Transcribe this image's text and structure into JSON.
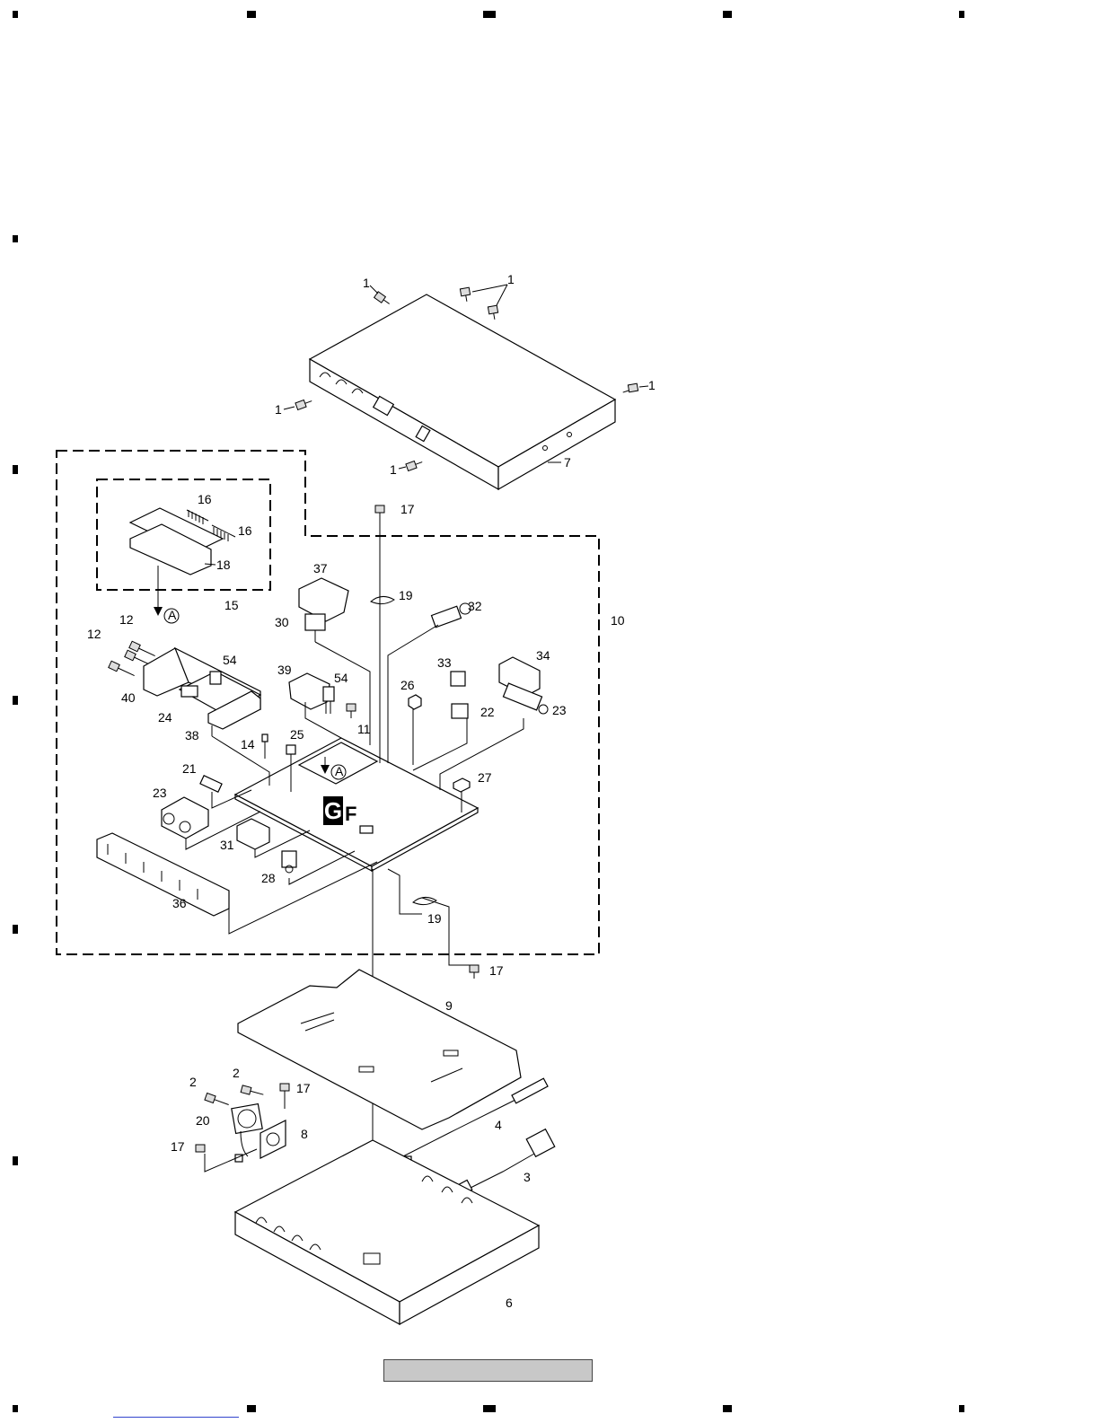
{
  "badge_text": "GF",
  "reference_marker": "A",
  "parts": [
    "1",
    "2",
    "3",
    "4",
    "6",
    "7",
    "8",
    "9",
    "10",
    "11",
    "12",
    "14",
    "15",
    "16",
    "17",
    "18",
    "19",
    "20",
    "21",
    "22",
    "23",
    "24",
    "25",
    "26",
    "27",
    "28",
    "30",
    "31",
    "32",
    "33",
    "34",
    "36",
    "37",
    "38",
    "39",
    "40",
    "54"
  ],
  "callouts": [
    {
      "label": "1"
    },
    {
      "label": "1"
    },
    {
      "label": "1"
    },
    {
      "label": "1"
    },
    {
      "label": "1"
    },
    {
      "label": "7"
    },
    {
      "label": "16"
    },
    {
      "label": "16"
    },
    {
      "label": "18"
    },
    {
      "label": "15"
    },
    {
      "label": "17"
    },
    {
      "label": "37"
    },
    {
      "label": "19"
    },
    {
      "label": "32"
    },
    {
      "label": "30"
    },
    {
      "label": "10"
    },
    {
      "label": "12"
    },
    {
      "label": "12"
    },
    {
      "label": "54"
    },
    {
      "label": "40"
    },
    {
      "label": "24"
    },
    {
      "label": "38"
    },
    {
      "label": "39"
    },
    {
      "label": "54"
    },
    {
      "label": "11"
    },
    {
      "label": "33"
    },
    {
      "label": "34"
    },
    {
      "label": "26"
    },
    {
      "label": "22"
    },
    {
      "label": "23"
    },
    {
      "label": "14"
    },
    {
      "label": "25"
    },
    {
      "label": "27"
    },
    {
      "label": "21"
    },
    {
      "label": "23"
    },
    {
      "label": "31"
    },
    {
      "label": "28"
    },
    {
      "label": "36"
    },
    {
      "label": "19"
    },
    {
      "label": "17"
    },
    {
      "label": "9"
    },
    {
      "label": "2"
    },
    {
      "label": "2"
    },
    {
      "label": "17"
    },
    {
      "label": "20"
    },
    {
      "label": "8"
    },
    {
      "label": "17"
    },
    {
      "label": "4"
    },
    {
      "label": "3"
    },
    {
      "label": "6"
    }
  ]
}
